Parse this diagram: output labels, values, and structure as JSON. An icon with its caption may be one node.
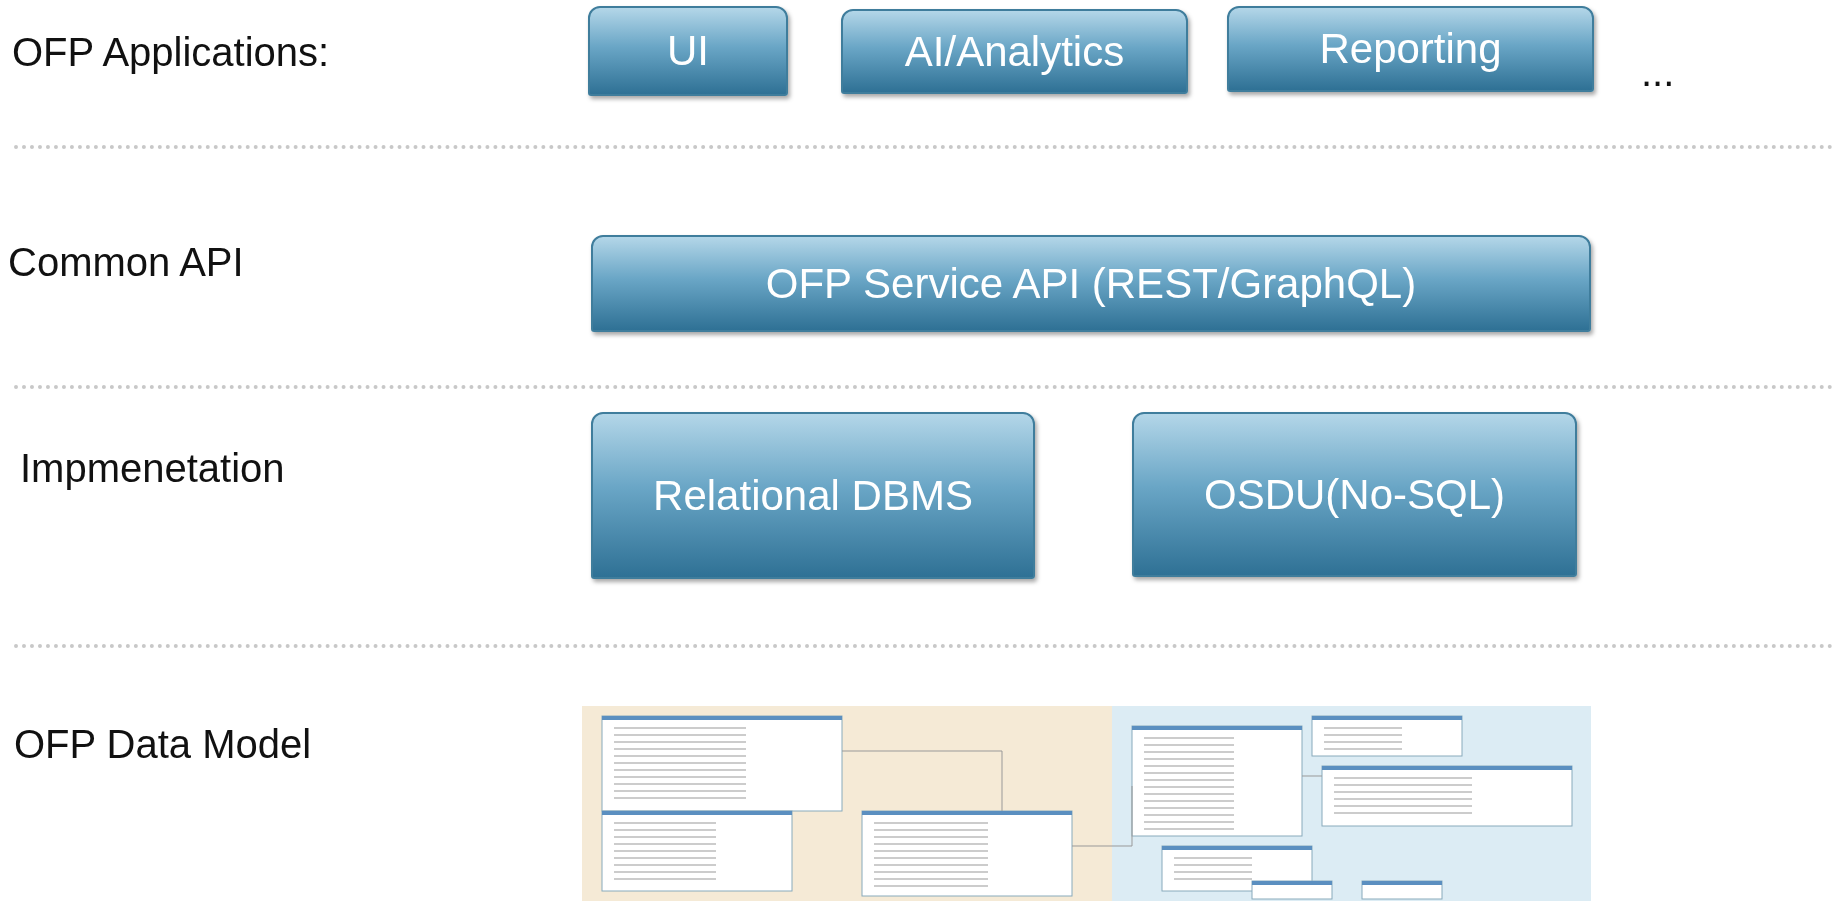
{
  "diagram": {
    "nodes": [
      {
        "text": [
          "UI"
        ]
      },
      {
        "text": [
          "AI/Analytics"
        ]
      },
      {
        "text": [
          "Reporting"
        ]
      },
      {
        "text": [
          "OFP Service API (REST/GraphQL)"
        ]
      },
      {
        "text": [
          "Relational DBMS"
        ]
      },
      {
        "text": [
          "OSDU(No-SQL)"
        ]
      },
      {
        "text": [],
        "shape": "picture"
      }
    ],
    "labels": [
      "OFP Applications:",
      "...",
      "Common API",
      "Impmenetation",
      "OFP Data Model"
    ]
  }
}
